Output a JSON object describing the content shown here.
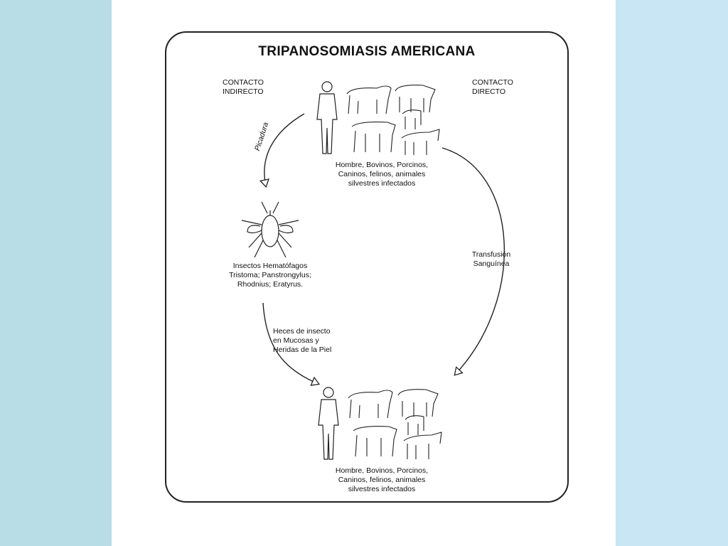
{
  "colors": {
    "left_panel": "#b8dde6",
    "right_panel": "#c8e6f4",
    "line": "#222222"
  },
  "diagram": {
    "title": "TRIPANOSOMIASIS AMERICANA",
    "indirect_label": "CONTACTO\nINDIRECTO",
    "direct_label": "CONTACTO\nDIRECTO",
    "bite_label": "Picadura",
    "top_hosts_caption": "Hombre, Bovinos, Porcinos,\nCaninos, felinos, animales\nsilvestres infectados",
    "insects_caption": "Insectos Hematófagos\nTristoma; Panstrongylus;\nRhodnius; Eratyrus.",
    "feces_label": "Heces de insecto\nen Mucosas y\nHeridas de la Piel",
    "transfusion_label": "Transfusión\nSanguínea",
    "bottom_hosts_caption": "Hombre, Bovinos, Porcinos,\nCaninos, felinos, animales\nsilvestres infectados"
  }
}
